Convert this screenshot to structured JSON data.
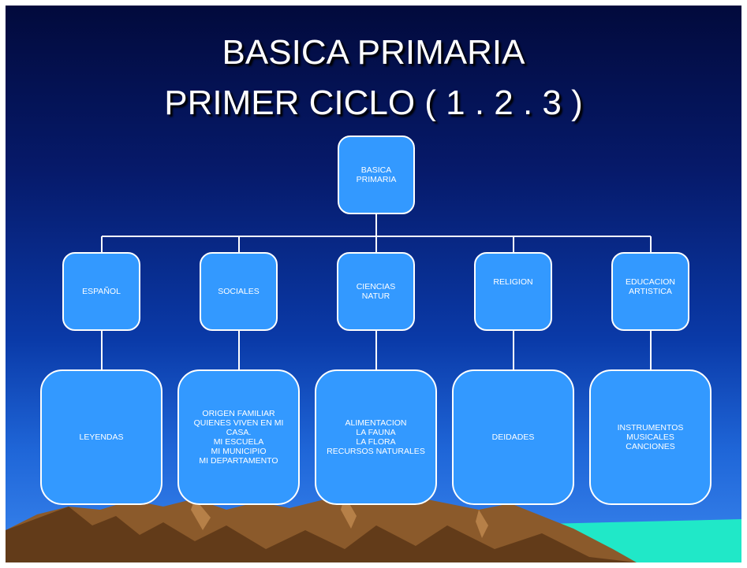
{
  "title": {
    "line1": "BASICA PRIMARIA",
    "line2": "PRIMER CICLO ( 1 . 2 . 3 )"
  },
  "diagram": {
    "root": "BASICA PRIMARIA",
    "subjects": [
      {
        "label": "ESPAÑOL",
        "content": "LEYENDAS"
      },
      {
        "label": "SOCIALES",
        "content": "ORIGEN FAMILIAR\nQUIENES VIVEN EN MI CASA.\nMI ESCUELA\nMI MUNICIPIO\nMI DEPARTAMENTO"
      },
      {
        "label": "CIENCIAS NATUR",
        "content": "ALIMENTACION\nLA FAUNA\nLA FLORA\nRECURSOS NATURALES"
      },
      {
        "label": "RELIGION",
        "content": "DEIDADES"
      },
      {
        "label": "EDUCACION ARTISTICA",
        "content": "INSTRUMENTOS MUSICALES\nCANCIONES"
      }
    ]
  },
  "colors": {
    "box_fill": "#3399ff",
    "box_border": "#ffffff",
    "connector": "#ffffff",
    "background_top": "#020a3c",
    "background_bottom": "#3a86ee",
    "mountain": "#8b5a2b",
    "sea": "#20e8c8"
  }
}
